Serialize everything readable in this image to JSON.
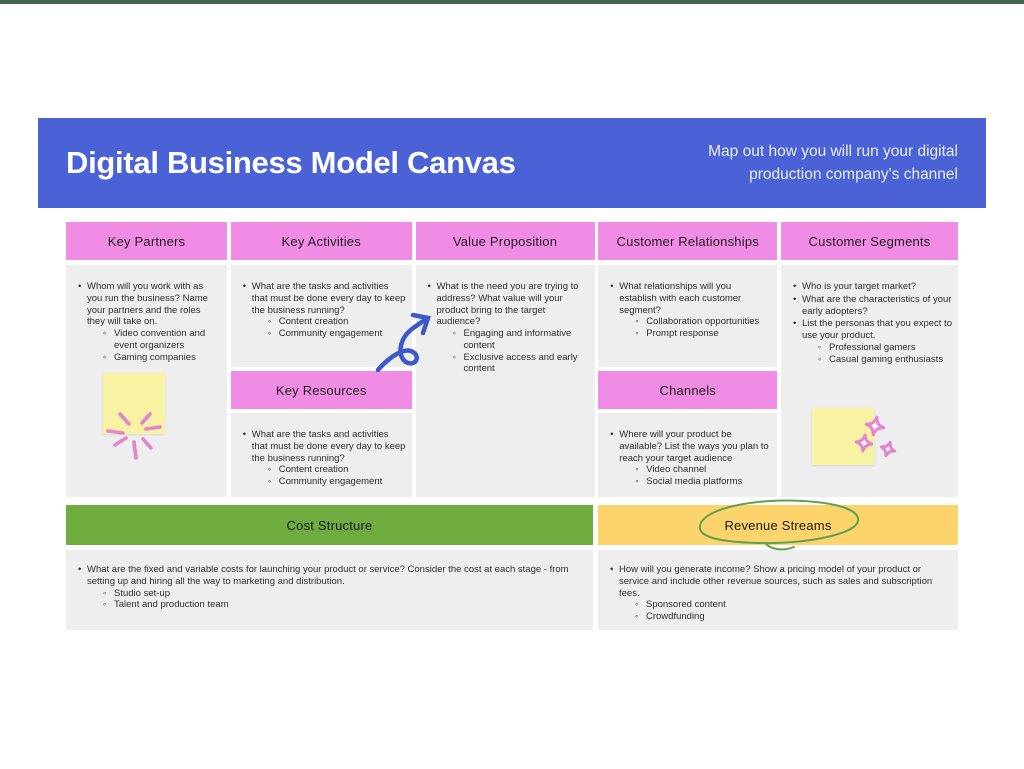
{
  "banner": {
    "title": "Digital Business Model Canvas",
    "subtitle_line1": "Map out how you will run your digital",
    "subtitle_line2": "production company's channel"
  },
  "colors": {
    "topline": "#3e664d",
    "banner_blue": "#4a62d5",
    "pink": "#f08ce3",
    "green": "#6fac40",
    "yellow": "#fcd46b",
    "box_gray": "#efeeee",
    "note_yellow": "#f8f3a3",
    "doodle_pink": "#e583d1",
    "arrow_blue": "#3d57cc",
    "circle_green": "#61a053",
    "text_dark": "#2e2e2e"
  },
  "sections": {
    "key_partners": {
      "title": "Key Partners",
      "items": [
        {
          "text": "Whom will you work with as you run the business? Name your partners and the roles they will take on.",
          "sub": [
            "Video convention and event organizers",
            "Gaming companies"
          ]
        }
      ]
    },
    "key_activities": {
      "title": "Key Activities",
      "items": [
        {
          "text": "What are the tasks and activities that must be done every day to keep the business running?",
          "sub": [
            "Content creation",
            "Community engagement"
          ]
        }
      ]
    },
    "key_resources": {
      "title": "Key Resources",
      "items": [
        {
          "text": "What are the tasks and activities that must be done every day to keep the business running?",
          "sub": [
            "Content creation",
            "Community engagement"
          ]
        }
      ]
    },
    "value_proposition": {
      "title": "Value Proposition",
      "items": [
        {
          "text": "What is the need you are trying to address? What value will your product bring to the target audience?",
          "sub": [
            "Engaging and informative content",
            "Exclusive access and early content"
          ]
        }
      ]
    },
    "customer_relationships": {
      "title": "Customer Relationships",
      "items": [
        {
          "text": "What relationships will you establish with each customer segment?",
          "sub": [
            "Collaboration opportunities",
            "Prompt response"
          ]
        }
      ]
    },
    "channels": {
      "title": "Channels",
      "items": [
        {
          "text": "Where will your product be available? List the ways you plan to reach your target audience",
          "sub": [
            "Video channel",
            "Social media platforms"
          ]
        }
      ]
    },
    "customer_segments": {
      "title": "Customer Segments",
      "items": [
        {
          "text": "Who is your target market?"
        },
        {
          "text": "What are the characteristics of your early adopters?"
        },
        {
          "text": "List the personas that you expect to use your product.",
          "sub": [
            "Professional gamers",
            "Casual gaming enthusiasts"
          ]
        }
      ]
    },
    "cost_structure": {
      "title": "Cost Structure",
      "items": [
        {
          "text": "What are the fixed and variable costs for launching your product or service? Consider the cost at each stage - from setting up and hiring all the way to marketing and distribution.",
          "sub": [
            "Studio set-up",
            "Talent and production team"
          ]
        }
      ]
    },
    "revenue_streams": {
      "title": "Revenue Streams",
      "items": [
        {
          "text": "How will you generate income? Show a pricing model of your product or service and include other revenue sources, such as sales and subscription fees.",
          "sub": [
            "Sponsored content",
            "Crowdfunding"
          ]
        }
      ]
    }
  },
  "decorations": {
    "note1": "sticky-note",
    "note2": "sticky-note",
    "burst": "sparkle-burst-doodle",
    "sparkles": "sparkle-diamonds-doodle",
    "arrow": "curved-arrow-doodle",
    "highlight": "circle-highlight-doodle"
  }
}
